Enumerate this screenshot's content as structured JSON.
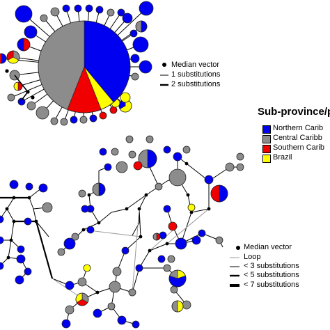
{
  "colors": {
    "northern": "#0000f0",
    "central": "#8c8c8c",
    "southern": "#f00000",
    "brazil": "#ffff00",
    "median_vector": "#000000",
    "edge": "#000000"
  },
  "top_legend": {
    "items": [
      {
        "symbol": "dot",
        "label": "Median vector"
      },
      {
        "symbol": "thin-line",
        "label": "1 substitutions"
      },
      {
        "symbol": "thick-line",
        "label": "2 substitutions"
      }
    ]
  },
  "province_legend": {
    "title": "Sub-province/p",
    "items": [
      {
        "color_key": "northern",
        "label": "Northern Carib"
      },
      {
        "color_key": "central",
        "label": "Central Caribb"
      },
      {
        "color_key": "southern",
        "label": "Southern Carib"
      },
      {
        "color_key": "brazil",
        "label": "Brazil"
      }
    ]
  },
  "bottom_legend": {
    "items": [
      {
        "symbol": "dot",
        "label": "Median vector"
      },
      {
        "symbol": "loop",
        "label": "Loop"
      },
      {
        "symbol": "line-1",
        "label": "< 3 substitutions"
      },
      {
        "symbol": "line-2",
        "label": "< 5 substitutions"
      },
      {
        "symbol": "line-3",
        "label": "< 7 substitutions"
      }
    ]
  }
}
